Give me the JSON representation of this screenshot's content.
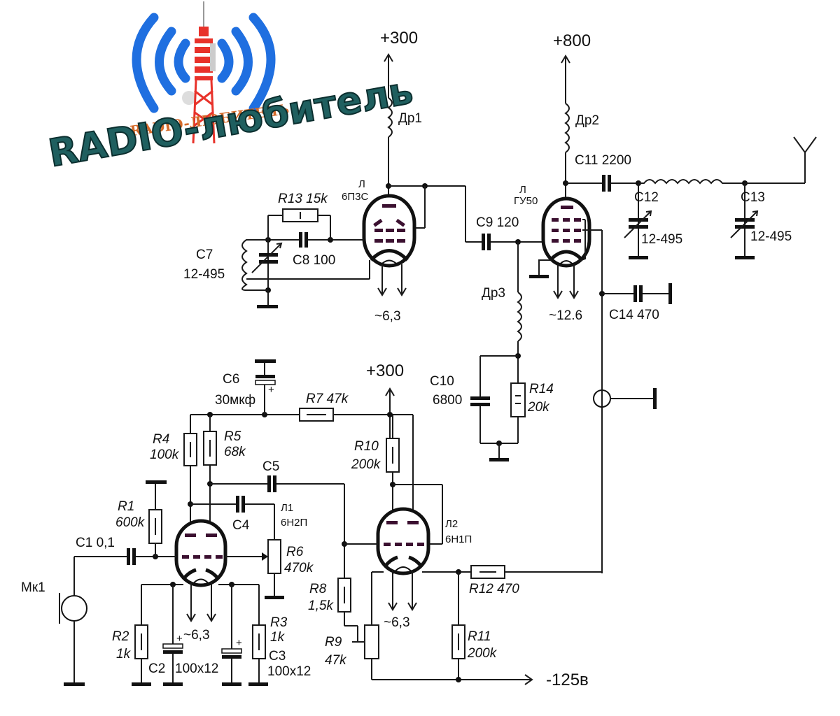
{
  "logo": {
    "title": "RADIO-любитель",
    "subtitle": "RADIO-ЛЮБИТЕЛЬ",
    "wave_color": "#1f6fe0",
    "tower_color": "#e8322a",
    "title_color": "#1f5f5f"
  },
  "supplies": {
    "v300_top": "+300",
    "v800": "+800",
    "v300_mid": "+300",
    "vneg": "-125в"
  },
  "oscillator": {
    "tube_ref": "Л",
    "tube_type": "6П3С",
    "r13": "R13  15k",
    "c7_ref": "C7",
    "c7_val": "12-495",
    "c8": "C8  100",
    "dr1": "Др1",
    "heater": "~6,3"
  },
  "pa": {
    "tube_ref": "Л",
    "tube_type": "ГУ50",
    "c9": "C9  120",
    "dr2": "Др2",
    "dr3": "Др3",
    "c11": "C11  2200",
    "c12_ref": "C12",
    "c12_val": "12-495",
    "c13_ref": "C13",
    "c13_val": "12-495",
    "c14": "C14   470",
    "heater": "~12.6",
    "c10_ref": "C10",
    "c10_val": "6800",
    "r14_ref": "R14",
    "r14_val": "20k"
  },
  "modulator": {
    "c6_ref": "C6",
    "c6_val": "30мкф",
    "r7": "R7 47k",
    "r4_ref": "R4",
    "r4_val": "100k",
    "r5_ref": "R5",
    "r5_val": "68k",
    "c5": "C5",
    "r10_ref": "R10",
    "r10_val": "200k",
    "r1_ref": "R1",
    "r1_val": "600k",
    "c4": "C4",
    "l1_ref": "Л1",
    "l1_type": "6Н2П",
    "r6_ref": "R6",
    "r6_val": "470k",
    "c1": "C1    0,1",
    "mic": "Мк1",
    "r2_ref": "R2",
    "r2_val": "1k",
    "c2_ref": "C2",
    "c2_val": "100x12",
    "heater1": "~6,3",
    "r3_ref": "R3",
    "r3_val": "1k",
    "c3_ref": "C3",
    "c3_val": "100x12",
    "l2_ref": "Л2",
    "l2_type": "6Н1П",
    "r8_ref": "R8",
    "r8_val": "1,5k",
    "r9_ref": "R9",
    "r9_val": "47k",
    "heater2": "~6,3",
    "r11_ref": "R11",
    "r11_val": "200k",
    "r12": "R12   470"
  }
}
